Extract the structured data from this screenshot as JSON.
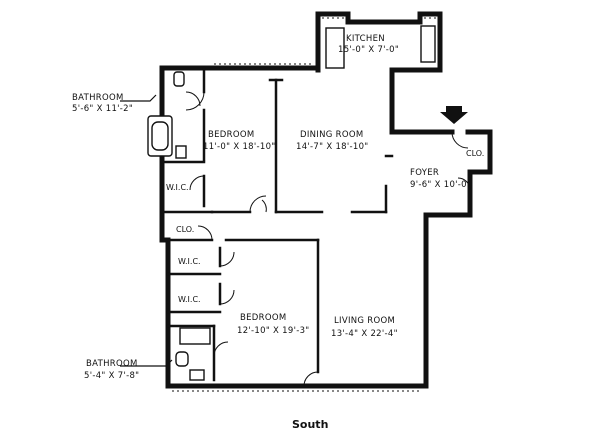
{
  "rooms": {
    "kitchen": {
      "name": "KITCHEN",
      "dims": "15'-0\" X 7'-0\""
    },
    "bathroom_top": {
      "name": "BATHROOM",
      "dims": "5'-6\" X 11'-2\""
    },
    "bedroom_top": {
      "name": "BEDROOM",
      "dims": "11'-0\" X 18'-10\""
    },
    "dining_room": {
      "name": "DINING ROOM",
      "dims": "14'-7\" X 18'-10\""
    },
    "closet_foyer": {
      "name": "CLO."
    },
    "foyer": {
      "name": "FOYER",
      "dims": "9'-6\" X 10'-0\""
    },
    "wic_top": {
      "name": "W.I.C."
    },
    "closet_hall": {
      "name": "CLO."
    },
    "wic_mid": {
      "name": "W.I.C."
    },
    "wic_low": {
      "name": "W.I.C."
    },
    "bedroom_bottom": {
      "name": "BEDROOM",
      "dims": "12'-10\" X 19'-3\""
    },
    "living_room": {
      "name": "LIVING ROOM",
      "dims": "13'-4\" X 22'-4\""
    },
    "bathroom_bottom": {
      "name": "BATHROOM",
      "dims": "5'-4\" X 7'-8\""
    }
  },
  "orientation": "South"
}
